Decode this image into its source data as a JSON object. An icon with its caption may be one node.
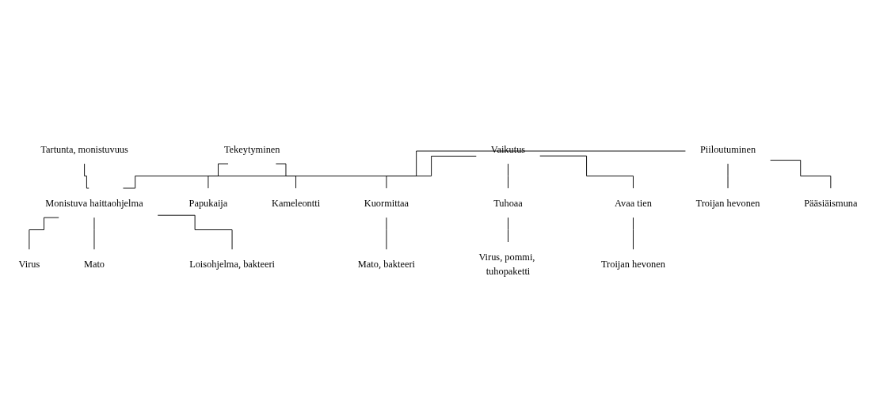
{
  "diagram": {
    "nodes": [
      {
        "text": [
          "Tartunta, monistuvuus"
        ]
      },
      {
        "text": [
          "Piiloutuminen"
        ]
      },
      {
        "text": [
          "Tekeytyminen"
        ]
      },
      {
        "text": [
          "Vaikutus"
        ]
      },
      {
        "text": [
          "Monistuva haittaohjelma"
        ]
      },
      {
        "text": [
          "Virus"
        ]
      },
      {
        "text": [
          "Mato"
        ]
      },
      {
        "text": [
          "Loisohjelma, bakteeri"
        ]
      },
      {
        "text": [
          "Papukaija"
        ]
      },
      {
        "text": [
          "Kameleontti"
        ]
      },
      {
        "text": [
          "Kuormittaa"
        ]
      },
      {
        "text": [
          "Tuhoaa"
        ]
      },
      {
        "text": [
          "Avaa tien"
        ]
      },
      {
        "text": [
          "Troijan hevonen"
        ]
      },
      {
        "text": [
          "Pääsiäismuna"
        ]
      },
      {
        "text": [
          "Troijan hevonen"
        ]
      },
      {
        "text": [
          "Virus, pommi, tuhopaketti"
        ]
      },
      {
        "text": [
          "Mato, bakteeri"
        ]
      }
    ],
    "edges": [
      {
        "from": 0,
        "to": 4,
        "arrow": "none"
      },
      {
        "from": 1,
        "to": 4,
        "arrow": "none"
      },
      {
        "from": 4,
        "to": 5,
        "arrow": "none"
      },
      {
        "from": 4,
        "to": 6,
        "arrow": "none"
      },
      {
        "from": 4,
        "to": 7,
        "arrow": "none"
      },
      {
        "from": 1,
        "to": 13,
        "arrow": "none"
      },
      {
        "from": 1,
        "to": 14,
        "arrow": "none"
      },
      {
        "from": 2,
        "to": 8,
        "arrow": "none"
      },
      {
        "from": 2,
        "to": 9,
        "arrow": "none"
      },
      {
        "from": 3,
        "to": 10,
        "arrow": "none"
      },
      {
        "from": 3,
        "to": 11,
        "arrow": "none"
      },
      {
        "from": 3,
        "to": 12,
        "arrow": "none"
      },
      {
        "from": 12,
        "to": 15,
        "arrow": "none"
      },
      {
        "from": 11,
        "to": 16,
        "arrow": "none"
      },
      {
        "from": 10,
        "to": 17,
        "arrow": "none"
      }
    ]
  }
}
